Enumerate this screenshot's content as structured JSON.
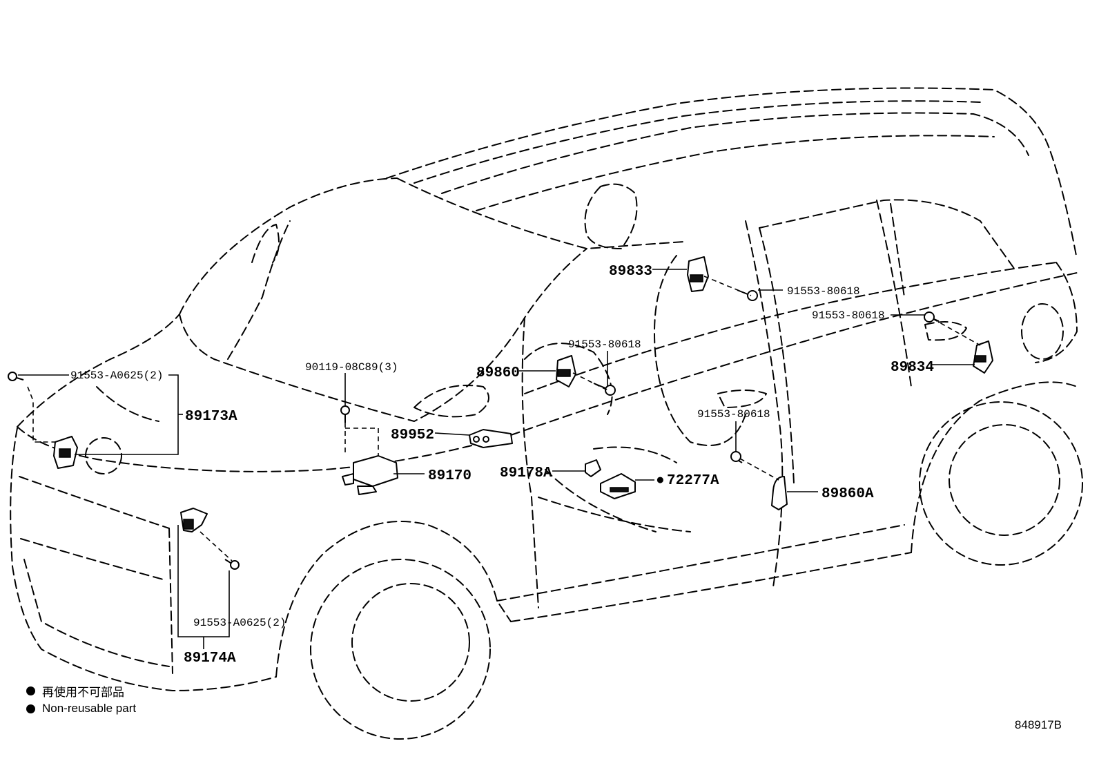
{
  "diagram_code": "848917B",
  "legend": {
    "items": [
      {
        "symbol": "●",
        "text": "再使用不可部品"
      },
      {
        "symbol": "●",
        "text": "Non-reusable part"
      }
    ]
  },
  "parts": {
    "p89833": "89833",
    "p91553_80618_a": "91553-80618",
    "p91553_80618_b": "91553-80618",
    "p91553_80618_c": "91553-80618",
    "p91553_80618_d": "91553-80618",
    "p89834": "89834",
    "p89860": "89860",
    "p90119": "90119-08C89(3)",
    "p89952": "89952",
    "p89170": "89170",
    "p89178A": "89178A",
    "p72277A": "72277A",
    "p89860A": "89860A",
    "p91553_A0625_top": "91553-A0625(2)",
    "p89173A": "89173A",
    "p91553_A0625_bottom": "91553-A0625(2)",
    "p89174A": "89174A"
  },
  "non_reusable_marker": "●"
}
